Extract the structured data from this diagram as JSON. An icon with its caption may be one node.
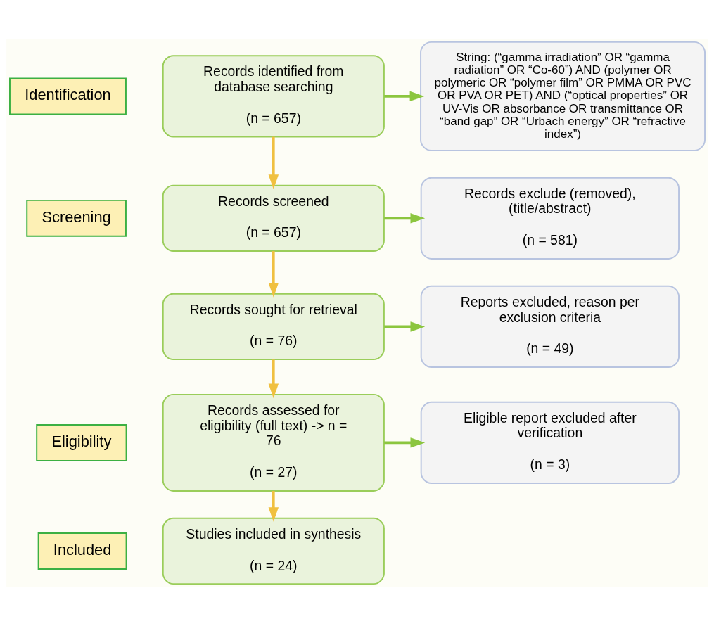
{
  "diagram": {
    "nodes": [
      {
        "text": [
          "Identification"
        ]
      },
      {
        "text": [
          "Screening"
        ]
      },
      {
        "text": [
          "Eligibility"
        ]
      },
      {
        "text": [
          "Included"
        ]
      },
      {
        "text": [
          "Records identified from database searching",
          "(n = 657)"
        ]
      },
      {
        "text": [
          "String: (“gamma irradiation” OR “gamma radiation” OR “Co-60”) AND (polymer OR polymeric OR “polymer film” OR PMMA OR PVC OR PVA OR PET) AND (“optical properties” OR UV-Vis OR absorbance OR transmittance OR “band gap” OR “Urbach energy” OR “refractive index”)"
        ]
      },
      {
        "text": [
          "Records screened",
          "(n = 657)"
        ]
      },
      {
        "text": [
          "Records exclude (removed), (title/abstract)",
          "(n = 581)"
        ]
      },
      {
        "text": [
          "Records sought for retrieval",
          "(n = 76)"
        ]
      },
      {
        "text": [
          "Reports excluded, reason per exclusion criteria",
          "(n = 49)"
        ]
      },
      {
        "text": [
          "Records assessed for eligibility (full text) -> n = 76",
          "(n = 27)"
        ]
      },
      {
        "text": [
          "Eligible report excluded after verification",
          "(n = 3)"
        ]
      },
      {
        "text": [
          "Studies included in synthesis",
          "(n = 24)"
        ]
      }
    ],
    "edges": [
      {
        "from": 4,
        "to": 5,
        "arrow": "to",
        "color": "#8cc63f"
      },
      {
        "from": 4,
        "to": 6,
        "arrow": "to",
        "color": "#f0c040"
      },
      {
        "from": 6,
        "to": 7,
        "arrow": "to",
        "color": "#8cc63f"
      },
      {
        "from": 6,
        "to": 8,
        "arrow": "to",
        "color": "#f0c040"
      },
      {
        "from": 8,
        "to": 9,
        "arrow": "to",
        "color": "#8cc63f"
      },
      {
        "from": 8,
        "to": 10,
        "arrow": "to",
        "color": "#f0c040"
      },
      {
        "from": 10,
        "to": 11,
        "arrow": "to",
        "color": "#8cc63f"
      },
      {
        "from": 10,
        "to": 12,
        "arrow": "to",
        "color": "#f0c040"
      }
    ]
  }
}
